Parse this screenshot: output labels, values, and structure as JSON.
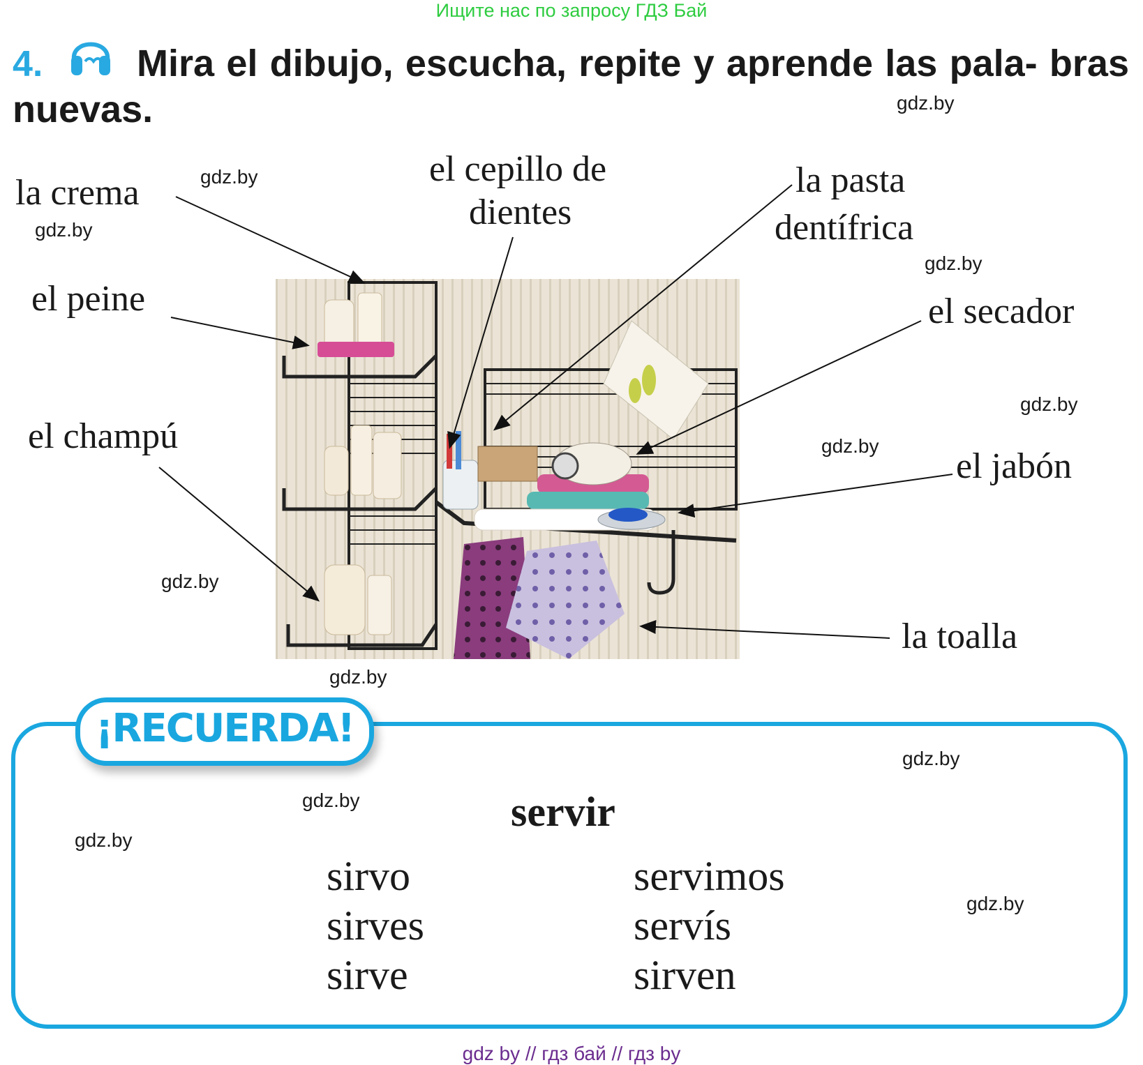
{
  "banner": "Ищите нас по запросу ГДЗ Бай",
  "exercise": {
    "number": "4.",
    "instruction": "Mira el dibujo, escucha, repite y aprende las pala- bras nuevas."
  },
  "labels": {
    "crema": "la crema",
    "cepillo_1": "el cepillo de",
    "cepillo_2": "dientes",
    "pasta_1": "la pasta",
    "pasta_2": "dentífrica",
    "peine": "el peine",
    "secador": "el secador",
    "champu": "el champú",
    "jabon": "el jabón",
    "toalla": "la toalla"
  },
  "watermark": "gdz.by",
  "recuerda": {
    "title": "¡RECUERDA!",
    "verb": "servir",
    "conjugation": [
      "sirvo",
      "sirves",
      "sirve",
      "servimos",
      "servís",
      "sirven"
    ]
  },
  "footer": "gdz by  //  гдз бай  //  гдз by",
  "colors": {
    "accent": "#1aa7e0",
    "banner": "#2ecc40",
    "footer": "#6b2d8f"
  }
}
